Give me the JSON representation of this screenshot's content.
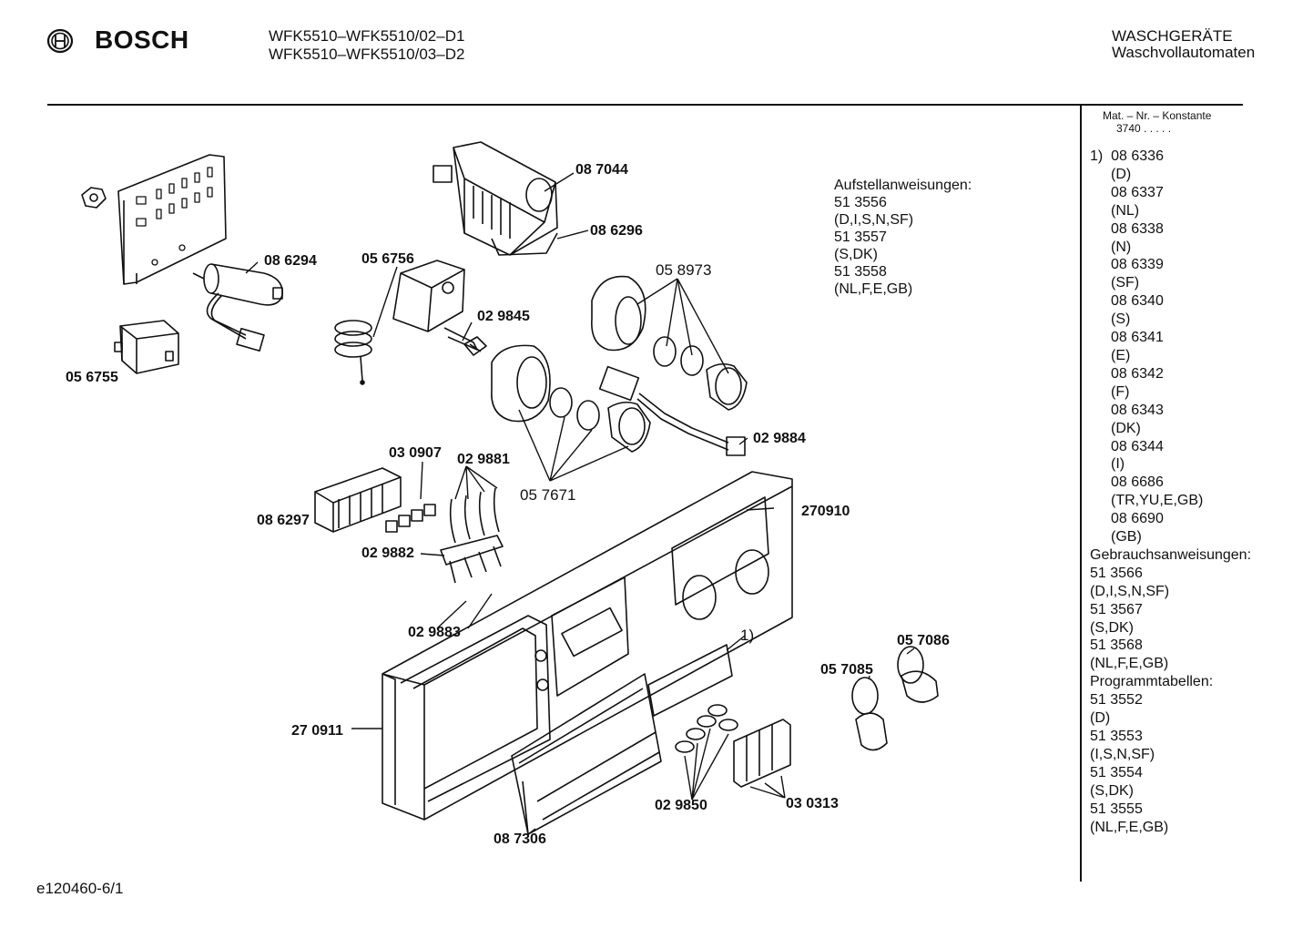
{
  "header": {
    "brand": "BOSCH",
    "models": [
      "WFK5510–WFK5510/02–D1",
      "WFK5510–WFK5510/03–D2"
    ],
    "category": "WASCHGERÄTE",
    "subcategory": "Waschvollautomaten"
  },
  "sidebar": {
    "mat_label": "Mat. – Nr. – Konstante",
    "mat_value": "3740  .  .  .  .  .",
    "footnote_marker": "1)",
    "items": [
      "08 6336",
      "(D)",
      "08 6337",
      "(NL)",
      "08 6338",
      "(N)",
      "08 6339",
      "(SF)",
      "08 6340",
      "(S)",
      "08 6341",
      "(E)",
      "08 6342",
      "(F)",
      "08 6343",
      "(DK)",
      "08 6344",
      "(I)",
      "08 6686",
      "(TR,YU,E,GB)",
      "08 6690",
      "(GB)"
    ],
    "usage_title": "Gebrauchsanweisungen:",
    "usage": [
      "51 3566",
      "(D,I,S,N,SF)",
      "51 3567",
      "(S,DK)",
      "51 3568",
      "(NL,F,E,GB)"
    ],
    "tables_title": "Programmtabellen:",
    "tables": [
      "51 3552",
      "(D)",
      "51 3553",
      "(I,S,N,SF)",
      "51 3554",
      "(S,DK)",
      "51 3555",
      "(NL,F,E,GB)"
    ]
  },
  "installation": {
    "title": "Aufstellanweisungen:",
    "lines": [
      "51 3556",
      "(D,I,S,N,SF)",
      "51 3557",
      "(S,DK)",
      "51 3558",
      "(NL,F,E,GB)"
    ]
  },
  "parts": [
    {
      "label": "08 7044",
      "bold": true
    },
    {
      "label": "08 6296",
      "bold": true
    },
    {
      "label": "08 6294",
      "bold": true
    },
    {
      "label": "05 6756",
      "bold": true
    },
    {
      "label": "05 8973",
      "bold": false
    },
    {
      "label": "02 9845",
      "bold": true
    },
    {
      "label": "05 6755",
      "bold": true
    },
    {
      "label": "02 9884",
      "bold": true
    },
    {
      "label": "03 0907",
      "bold": true
    },
    {
      "label": "02 9881",
      "bold": true
    },
    {
      "label": "05 7671",
      "bold": false
    },
    {
      "label": "08 6297",
      "bold": true
    },
    {
      "label": "270910",
      "bold": true
    },
    {
      "label": "02 9882",
      "bold": true
    },
    {
      "label": "02 9883",
      "bold": true
    },
    {
      "label": "1)",
      "bold": false
    },
    {
      "label": "05 7086",
      "bold": true
    },
    {
      "label": "05 7085",
      "bold": true
    },
    {
      "label": "27 0911",
      "bold": true
    },
    {
      "label": "02 9850",
      "bold": true
    },
    {
      "label": "03 0313",
      "bold": true
    },
    {
      "label": "08 7306",
      "bold": true
    }
  ],
  "footer": {
    "code": "e120460-6/1"
  }
}
